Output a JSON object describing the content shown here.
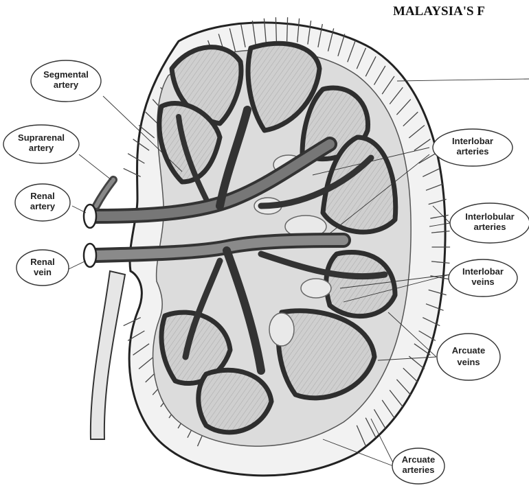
{
  "header": {
    "text": "MALAYSIA'S F"
  },
  "labels": {
    "segmental_artery": [
      "Segmental",
      "artery"
    ],
    "suprarenal_artery": [
      "Suprarenal",
      "artery"
    ],
    "renal_artery": [
      "Renal",
      "artery"
    ],
    "renal_vein": [
      "Renal",
      "vein"
    ],
    "interlobar_arteries": [
      "Interlobar",
      "arteries"
    ],
    "interlobular_arteries": [
      "Interlobular",
      "arteries"
    ],
    "interlobar_veins": [
      "Interlobar",
      "veins"
    ],
    "arcuate_veins": [
      "Arcuate",
      "veins"
    ],
    "arcuate_arteries": [
      "Arcuate",
      "arteries"
    ]
  },
  "colors": {
    "vessel_dark": "#3a3a3a",
    "vessel_mid": "#6d6d6d",
    "tissue": "#c9c9c9",
    "cortex": "#efefef",
    "outline": "#222222"
  }
}
